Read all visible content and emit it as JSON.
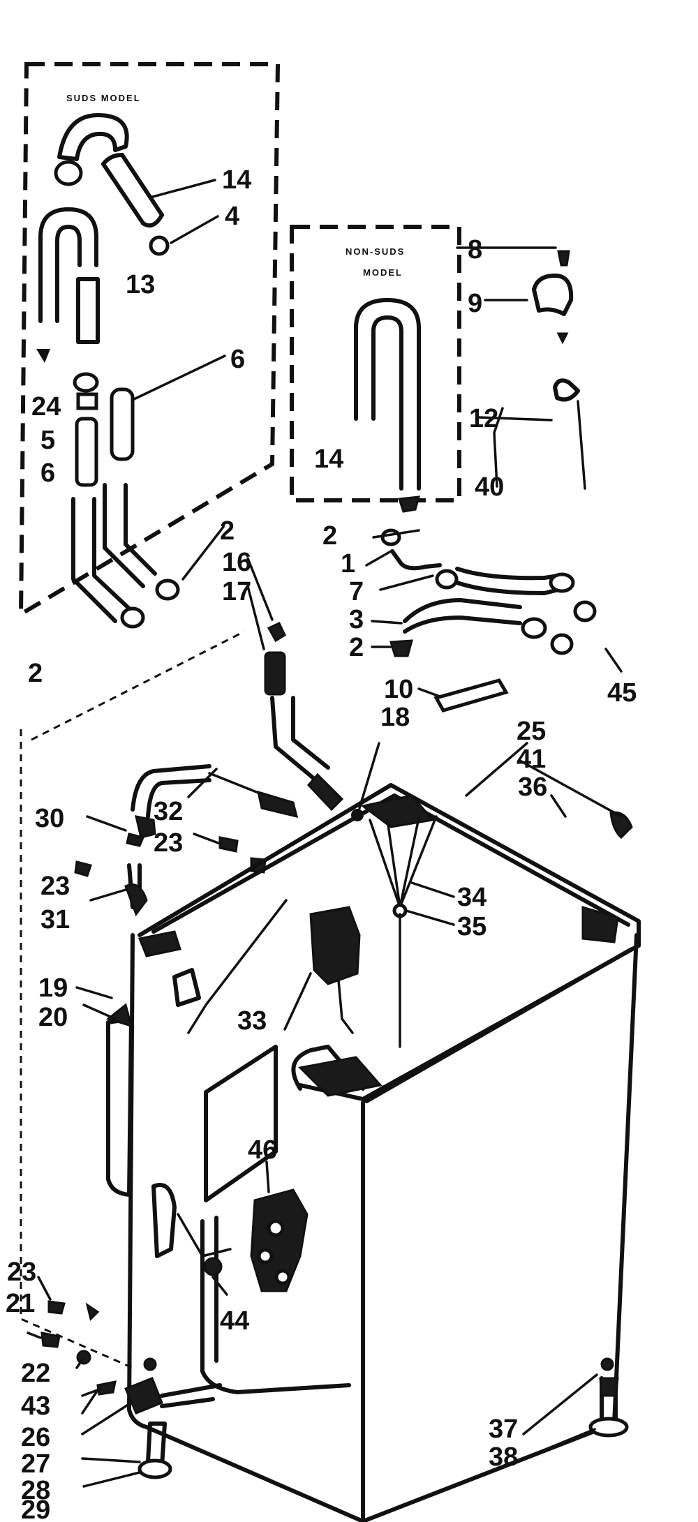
{
  "diagram": {
    "inset_left_caption": "SUDS MODEL",
    "inset_right_caption_line1": "NON-SUDS",
    "inset_right_caption_line2": "MODEL",
    "labels": {
      "l14a": "14",
      "l4": "4",
      "l13": "13",
      "l6a": "6",
      "l24": "24",
      "l5": "5",
      "l6b": "6",
      "l2a": "2",
      "l16": "16",
      "l17": "17",
      "l2b": "2",
      "l8": "8",
      "l9": "9",
      "l12": "12",
      "l14b": "14",
      "l40": "40",
      "l2c": "2",
      "l1": "1",
      "l7": "7",
      "l3": "3",
      "l2d": "2",
      "l45": "45",
      "l10": "10",
      "l18": "18",
      "l25": "25",
      "l41": "41",
      "l36": "36",
      "l30": "30",
      "l32": "32",
      "l23a": "23",
      "l23b": "23",
      "l31": "31",
      "l34": "34",
      "l35": "35",
      "l19": "19",
      "l20": "20",
      "l33": "33",
      "l46": "46",
      "l23c": "23",
      "l21": "21",
      "l22": "22",
      "l43": "43",
      "l44": "44",
      "l26": "26",
      "l27": "27",
      "l28": "28",
      "l29": "29",
      "l37": "37",
      "l38": "38"
    }
  }
}
